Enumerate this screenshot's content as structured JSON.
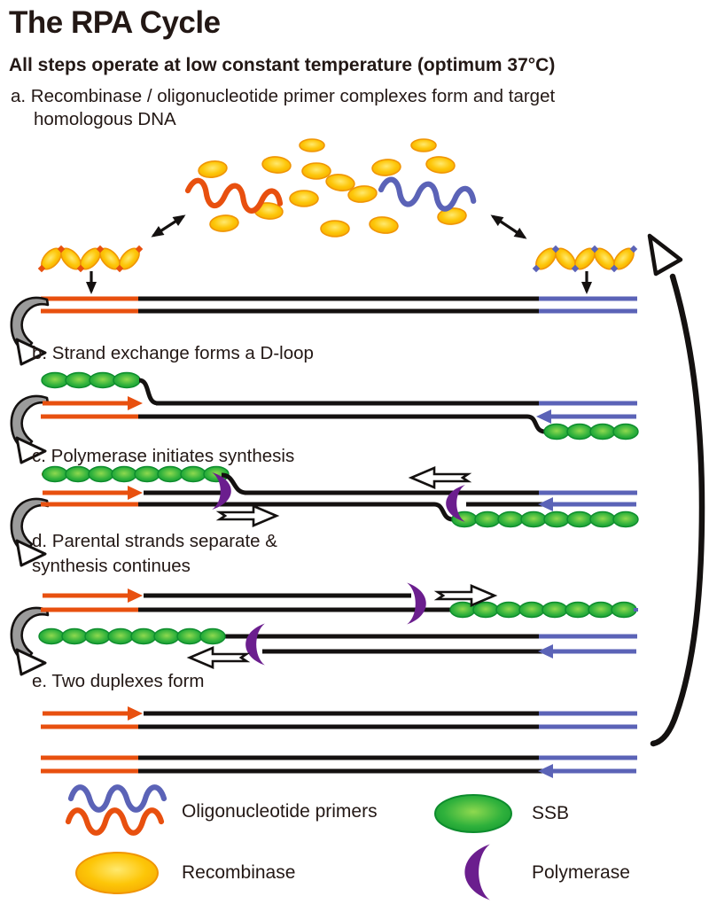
{
  "title": "The RPA Cycle",
  "subtitle": "All steps operate at low constant temperature (optimum 37°C)",
  "steps": {
    "a_line1": "a. Recombinase / oligonucleotide primer complexes form and target",
    "a_line2": "homologous DNA",
    "b": "b. Strand exchange forms a D-loop",
    "c": "c. Polymerase initiates synthesis",
    "d_line1": "d. Parental strands separate &",
    "d_line2": "synthesis continues",
    "e": "e. Two duplexes form"
  },
  "legend": {
    "primers": {
      "icon": "oligonucleotide-primers-icon",
      "label": "Oligonucleotide primers"
    },
    "ssb": {
      "icon": "ssb-icon",
      "label": "SSB"
    },
    "recombinase": {
      "icon": "recombinase-icon",
      "label": "Recombinase"
    },
    "polymerase": {
      "icon": "polymerase-icon",
      "label": "Polymerase"
    }
  },
  "colors": {
    "text_color": "#231815",
    "strand_black": "#141110",
    "primer_orange": "#E8500F",
    "primer_blue": "#5B63B7",
    "recombinase_gold": "#FDC608",
    "recombinase_edge": "#F09504",
    "ssb_green": "#1CA53B",
    "polymerase_purple": "#6B1E8E",
    "curl_gray": "#9B9B9B"
  }
}
